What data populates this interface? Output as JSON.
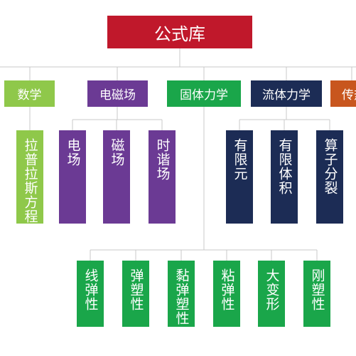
{
  "root": {
    "label": "公式库",
    "color": "#c0182b"
  },
  "categories": [
    {
      "label": "数学",
      "color": "#8fc84a",
      "children": [
        "拉普拉斯方程"
      ]
    },
    {
      "label": "电磁场",
      "color": "#6b3a94",
      "children": [
        "电场",
        "磁场",
        "时谐场"
      ]
    },
    {
      "label": "固体力学",
      "color": "#1aa64a",
      "children": [
        "线弹性",
        "弹塑性",
        "黏弹塑性",
        "粘弹性",
        "大变形",
        "刚塑性"
      ]
    },
    {
      "label": "流体力学",
      "color": "#1c2c55",
      "children": [
        "有限元",
        "有限体积",
        "算子分裂"
      ]
    },
    {
      "label": "传热",
      "color": "#c8561e",
      "children": []
    }
  ],
  "colors": {
    "connector": "#c8c8c8",
    "background": "#ffffff"
  }
}
